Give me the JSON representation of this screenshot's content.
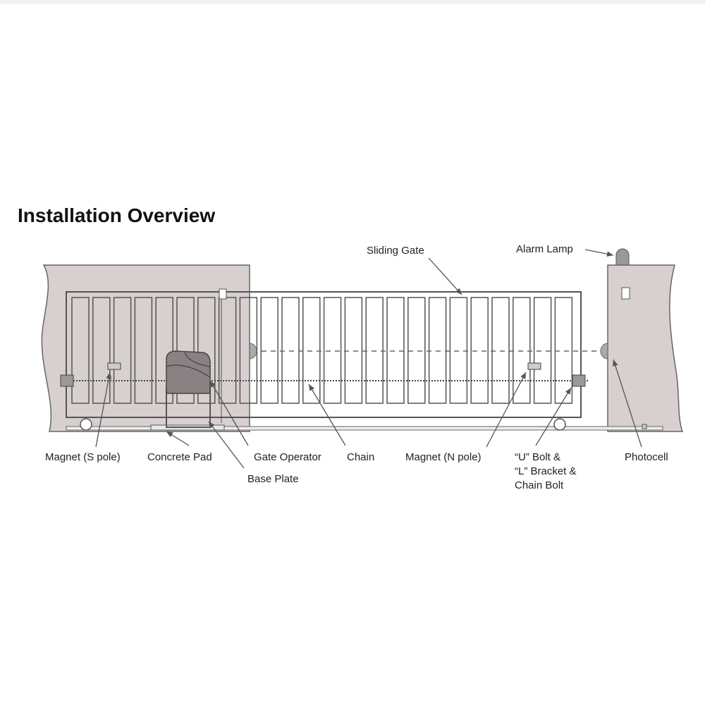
{
  "title": "Installation Overview",
  "labels": {
    "sliding_gate": "Sliding Gate",
    "alarm_lamp": "Alarm Lamp",
    "magnet_s": "Magnet (S pole)",
    "concrete_pad": "Concrete Pad",
    "gate_operator": "Gate Operator",
    "chain": "Chain",
    "magnet_n": "Magnet (N pole)",
    "bolt_line1": "“U” Bolt &",
    "bolt_line2": "“L” Bracket &",
    "bolt_line3": "Chain Bolt",
    "base_plate": "Base Plate",
    "photocell": "Photocell"
  },
  "colors": {
    "wall": "#d8cfcf",
    "line": "#555555",
    "operator": "#8a8282"
  }
}
